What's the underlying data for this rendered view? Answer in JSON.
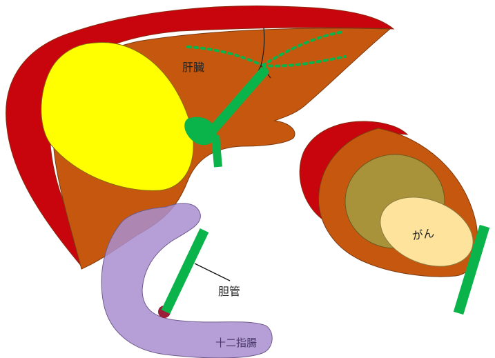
{
  "labels": {
    "liver": "肝臓",
    "bile_duct": "胆管",
    "duodenum": "十二指腸",
    "cancer": "がん"
  },
  "colors": {
    "liver_edge": "#c8040c",
    "liver_body": "#c5580e",
    "gallbladder": "#ffff00",
    "bile_duct": "#0bb34b",
    "duodenum": "#a98ecf",
    "tumor_ring": "#a8923a",
    "tumor": "#fde39c"
  }
}
